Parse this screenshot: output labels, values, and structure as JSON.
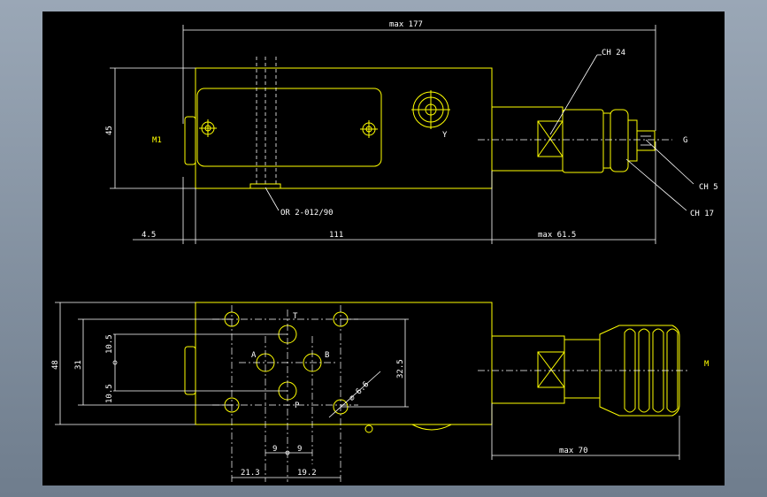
{
  "dimensions": {
    "top_overall": "max 177",
    "top_height": "45",
    "left_offset": "4.5",
    "body_length": "111",
    "right_extent": "max 61.5",
    "bottom_height": "48",
    "inner_height": "31",
    "port_spacing_upper": "10.5",
    "port_spacing_lower": "10.5",
    "pitch": "32.5",
    "hole_diameter": "⌀ 6.6",
    "x_left_9": "9",
    "x_right_9": "9",
    "bottom_left": "21.3",
    "bottom_right": "19.2",
    "knob_length": "max 70"
  },
  "callouts": {
    "ch24": "CH 24",
    "ch5": "CH 5",
    "ch17": "CH 17",
    "oring": "OR 2-012/90"
  },
  "ports": {
    "m1": "M1",
    "y": "Y",
    "g": "G",
    "a": "A",
    "b": "B",
    "t": "T",
    "p": "P",
    "m": "M"
  }
}
